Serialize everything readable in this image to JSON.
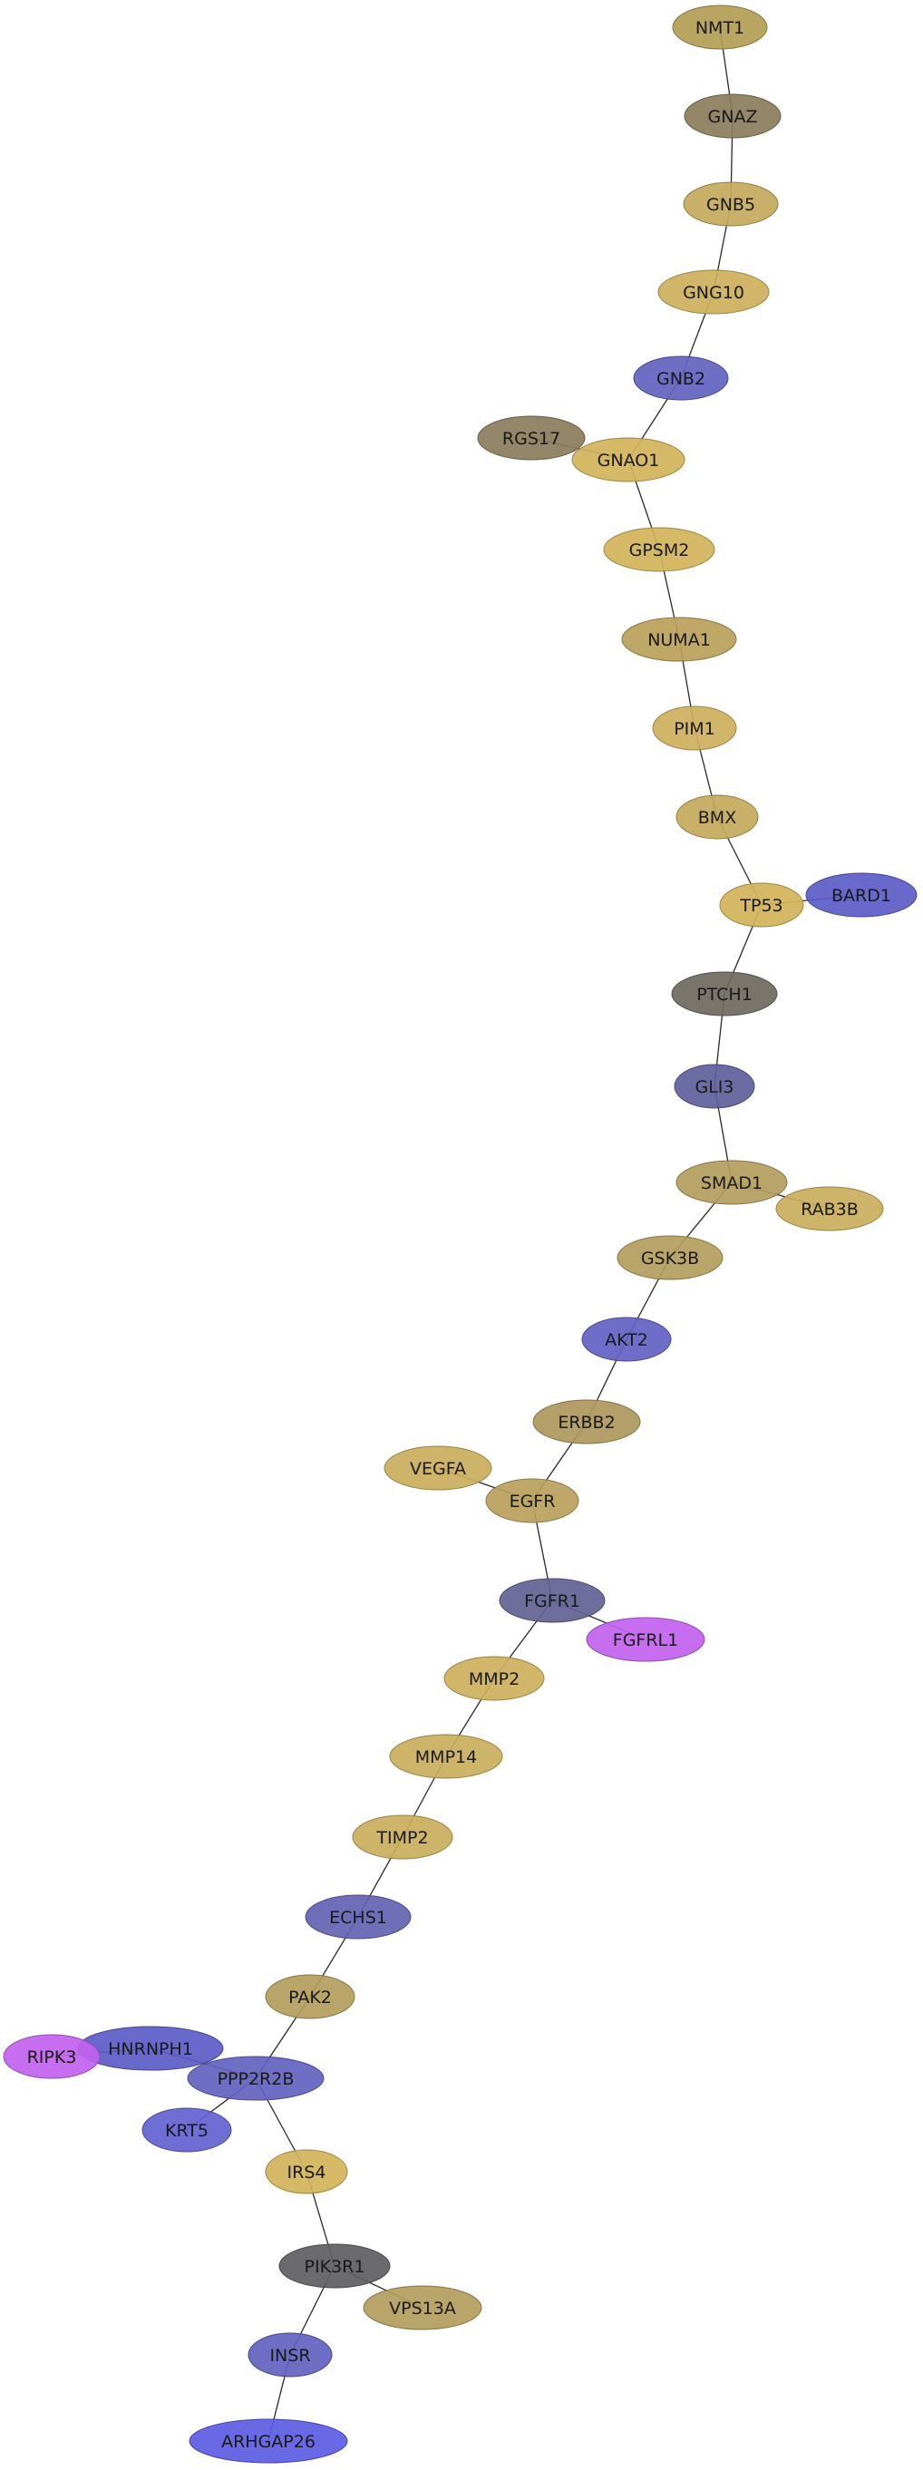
{
  "graph": {
    "nodes": [
      {
        "id": "NMT1",
        "label": "NMT1",
        "color": "#b39d55"
      },
      {
        "id": "GNAZ",
        "label": "GNAZ",
        "color": "#8a7c5c"
      },
      {
        "id": "GNB5",
        "label": "GNB5",
        "color": "#c4a95c"
      },
      {
        "id": "GNG10",
        "label": "GNG10",
        "color": "#cdb05c"
      },
      {
        "id": "GNB2",
        "label": "GNB2",
        "color": "#6262bf"
      },
      {
        "id": "RGS17",
        "label": "RGS17",
        "color": "#8a7c5c"
      },
      {
        "id": "GNAO1",
        "label": "GNAO1",
        "color": "#d1b35a"
      },
      {
        "id": "GPSM2",
        "label": "GPSM2",
        "color": "#d1b35a"
      },
      {
        "id": "NUMA1",
        "label": "NUMA1",
        "color": "#b8a05a"
      },
      {
        "id": "PIM1",
        "label": "PIM1",
        "color": "#cdb05c"
      },
      {
        "id": "BMX",
        "label": "BMX",
        "color": "#c4a95c"
      },
      {
        "id": "TP53",
        "label": "TP53",
        "color": "#d1b35a"
      },
      {
        "id": "BARD1",
        "label": "BARD1",
        "color": "#5c5cc8"
      },
      {
        "id": "PTCH1",
        "label": "PTCH1",
        "color": "#6e695e"
      },
      {
        "id": "GLI3",
        "label": "GLI3",
        "color": "#5f5f9c"
      },
      {
        "id": "SMAD1",
        "label": "SMAD1",
        "color": "#b39d5c"
      },
      {
        "id": "RAB3B",
        "label": "RAB3B",
        "color": "#c9ae5c"
      },
      {
        "id": "GSK3B",
        "label": "GSK3B",
        "color": "#b39d5c"
      },
      {
        "id": "AKT2",
        "label": "AKT2",
        "color": "#6262c4"
      },
      {
        "id": "ERBB2",
        "label": "ERBB2",
        "color": "#ae975c"
      },
      {
        "id": "VEGFA",
        "label": "VEGFA",
        "color": "#c9ae5c"
      },
      {
        "id": "EGFR",
        "label": "EGFR",
        "color": "#b8a05c"
      },
      {
        "id": "FGFR1",
        "label": "FGFR1",
        "color": "#626294"
      },
      {
        "id": "FGFRL1",
        "label": "FGFRL1",
        "color": "#c262ef"
      },
      {
        "id": "MMP2",
        "label": "MMP2",
        "color": "#cdb05c"
      },
      {
        "id": "MMP14",
        "label": "MMP14",
        "color": "#c9ae5c"
      },
      {
        "id": "TIMP2",
        "label": "TIMP2",
        "color": "#c9ae5c"
      },
      {
        "id": "ECHS1",
        "label": "ECHS1",
        "color": "#6262b3"
      },
      {
        "id": "PAK2",
        "label": "PAK2",
        "color": "#b39d5c"
      },
      {
        "id": "HNRNPH1",
        "label": "HNRNPH1",
        "color": "#5c5cc8"
      },
      {
        "id": "RIPK3",
        "label": "RIPK3",
        "color": "#c262ef"
      },
      {
        "id": "PPP2R2B",
        "label": "PPP2R2B",
        "color": "#6262c0"
      },
      {
        "id": "KRT5",
        "label": "KRT5",
        "color": "#6262d1"
      },
      {
        "id": "IRS4",
        "label": "IRS4",
        "color": "#d1b35a"
      },
      {
        "id": "PIK3R1",
        "label": "PIK3R1",
        "color": "#5e5e62"
      },
      {
        "id": "VPS13A",
        "label": "VPS13A",
        "color": "#b39d5c"
      },
      {
        "id": "INSR",
        "label": "INSR",
        "color": "#6262bf"
      },
      {
        "id": "ARHGAP26",
        "label": "ARHGAP26",
        "color": "#5c5ce3"
      }
    ],
    "edges": [
      [
        "NMT1",
        "GNAZ"
      ],
      [
        "GNAZ",
        "GNB5"
      ],
      [
        "GNB5",
        "GNG10"
      ],
      [
        "GNG10",
        "GNB2"
      ],
      [
        "GNB2",
        "GNAO1"
      ],
      [
        "RGS17",
        "GNAO1"
      ],
      [
        "GNAO1",
        "GPSM2"
      ],
      [
        "GPSM2",
        "NUMA1"
      ],
      [
        "NUMA1",
        "PIM1"
      ],
      [
        "PIM1",
        "BMX"
      ],
      [
        "BMX",
        "TP53"
      ],
      [
        "TP53",
        "BARD1"
      ],
      [
        "TP53",
        "PTCH1"
      ],
      [
        "PTCH1",
        "GLI3"
      ],
      [
        "GLI3",
        "SMAD1"
      ],
      [
        "SMAD1",
        "RAB3B"
      ],
      [
        "SMAD1",
        "GSK3B"
      ],
      [
        "GSK3B",
        "AKT2"
      ],
      [
        "AKT2",
        "ERBB2"
      ],
      [
        "ERBB2",
        "EGFR"
      ],
      [
        "VEGFA",
        "EGFR"
      ],
      [
        "EGFR",
        "FGFR1"
      ],
      [
        "FGFR1",
        "FGFRL1"
      ],
      [
        "FGFR1",
        "MMP2"
      ],
      [
        "MMP2",
        "MMP14"
      ],
      [
        "MMP14",
        "TIMP2"
      ],
      [
        "TIMP2",
        "ECHS1"
      ],
      [
        "ECHS1",
        "PAK2"
      ],
      [
        "PAK2",
        "PPP2R2B"
      ],
      [
        "HNRNPH1",
        "PPP2R2B"
      ],
      [
        "RIPK3",
        "HNRNPH1"
      ],
      [
        "PPP2R2B",
        "KRT5"
      ],
      [
        "PPP2R2B",
        "IRS4"
      ],
      [
        "IRS4",
        "PIK3R1"
      ],
      [
        "PIK3R1",
        "VPS13A"
      ],
      [
        "PIK3R1",
        "INSR"
      ],
      [
        "INSR",
        "ARHGAP26"
      ]
    ]
  }
}
